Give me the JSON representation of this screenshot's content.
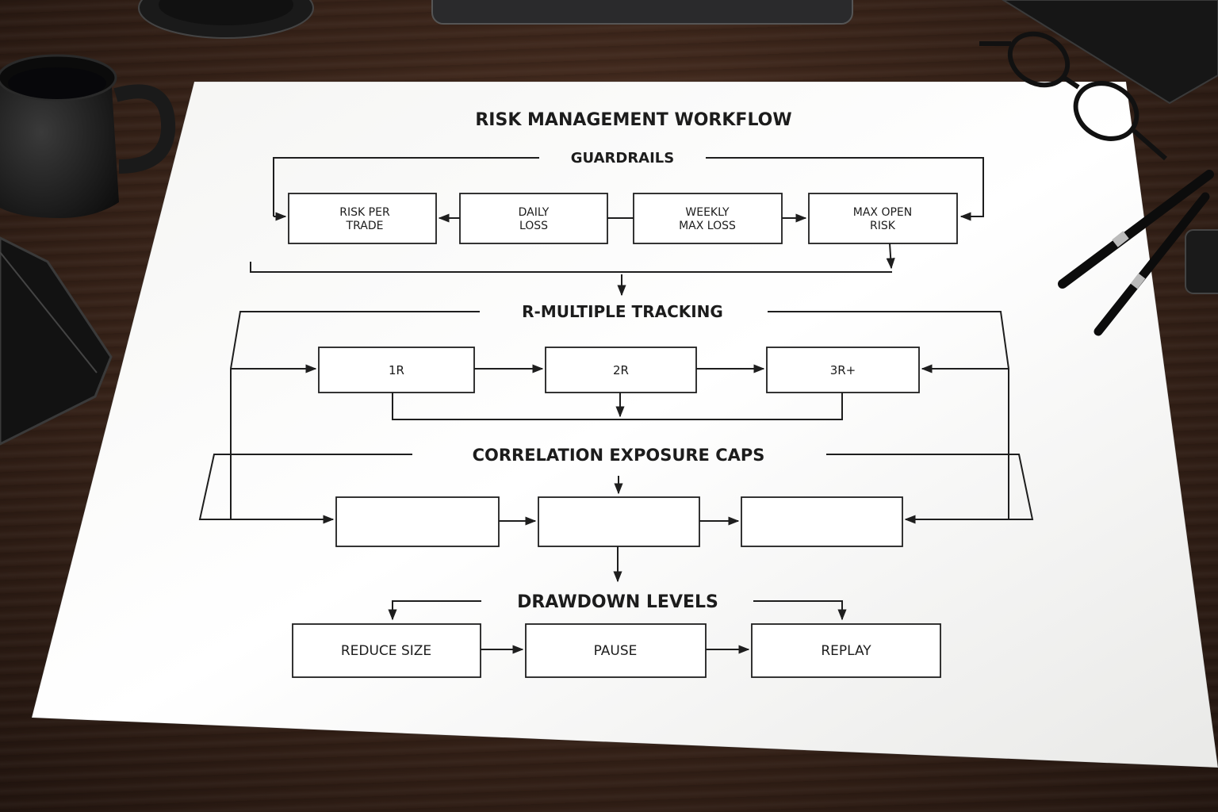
{
  "diagram": {
    "title": "RISK MANAGEMENT WORKFLOW",
    "sections": {
      "guardrails": {
        "label": "GUARDRAILS",
        "boxes": [
          {
            "line1": "RISK PER",
            "line2": "TRADE"
          },
          {
            "line1": "DAILY",
            "line2": "LOSS"
          },
          {
            "line1": "WEEKLY",
            "line2": "MAX LOSS"
          },
          {
            "line1": "MAX OPEN",
            "line2": "RISK"
          }
        ]
      },
      "r_multiple": {
        "label": "R-MULTIPLE TRACKING",
        "boxes": [
          "1R",
          "2R",
          "3R+"
        ]
      },
      "correlation": {
        "label": "CORRELATION EXPOSURE CAPS"
      },
      "drawdown": {
        "label": "DRAWDOWN LEVELS",
        "boxes": [
          "REDUCE SIZE",
          "PAUSE",
          "REPLAY"
        ]
      }
    }
  },
  "props": [
    "coffee-mug",
    "notebook",
    "eyeglasses",
    "pens",
    "monitor-stand",
    "saucer",
    "keyboard"
  ]
}
